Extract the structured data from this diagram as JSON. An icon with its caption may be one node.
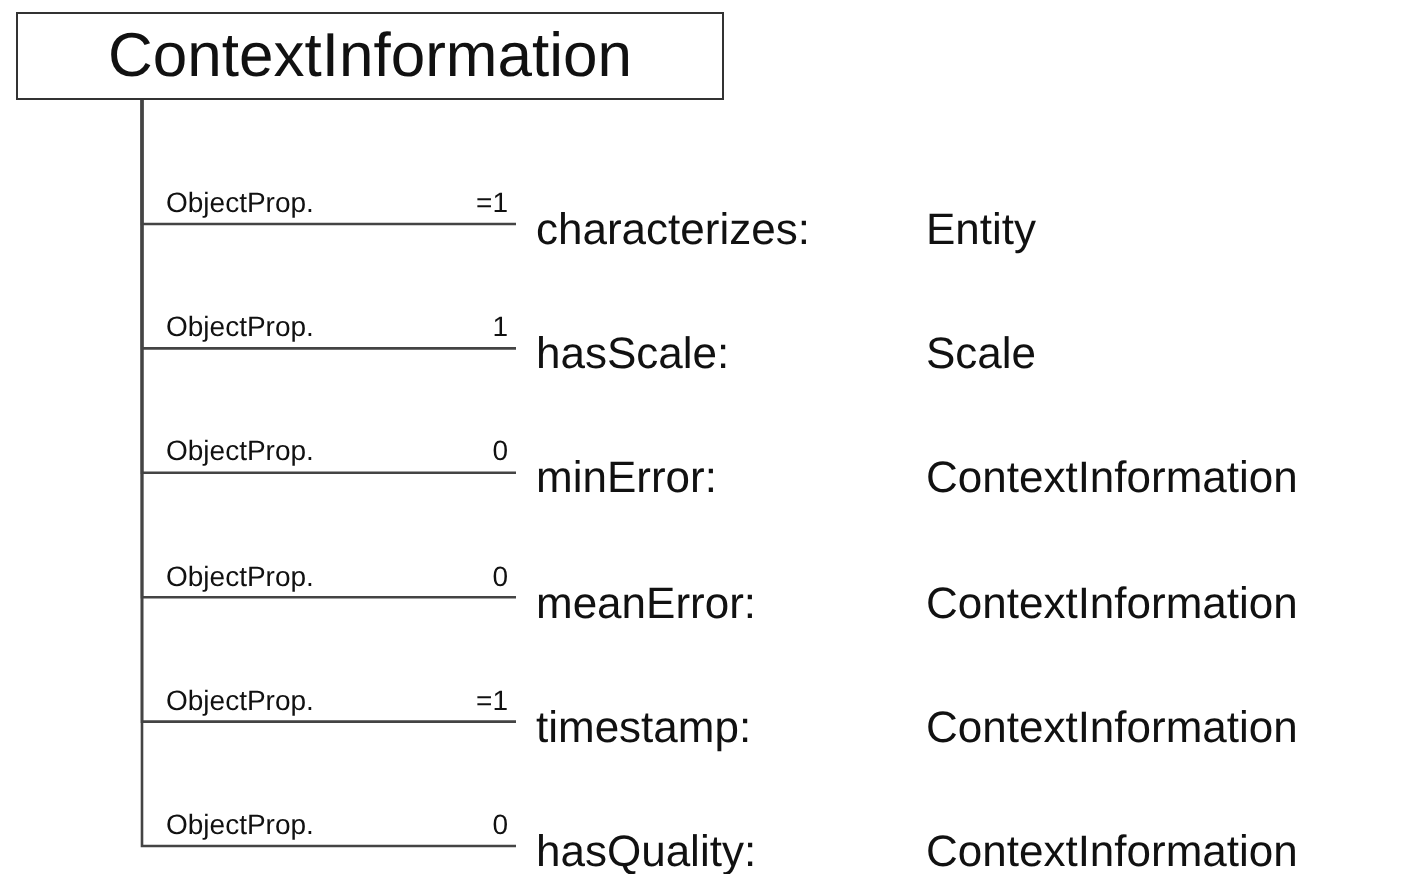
{
  "diagram": {
    "nodes": [
      {
        "text": [
          "ContextInformation"
        ]
      },
      {
        "text": [
          "characterizes:",
          "Entity"
        ],
        "beside": [
          "=1"
        ]
      },
      {
        "text": [
          "hasScale:",
          "Scale"
        ],
        "beside": [
          "1"
        ]
      },
      {
        "text": [
          "minError:",
          "ContextInformation"
        ],
        "beside": [
          "0"
        ]
      },
      {
        "text": [
          "meanError:",
          "ContextInformation"
        ],
        "beside": [
          "0"
        ]
      },
      {
        "text": [
          "timestamp:",
          "ContextInformation"
        ],
        "beside": [
          "=1"
        ]
      },
      {
        "text": [
          "hasQuality:",
          "ContextInformation"
        ],
        "beside": [
          "0"
        ]
      }
    ],
    "edges": [
      {
        "from": 0,
        "to": 1,
        "arrow": "none",
        "label": "ObjectProp."
      },
      {
        "from": 0,
        "to": 2,
        "arrow": "none",
        "label": "ObjectProp."
      },
      {
        "from": 0,
        "to": 3,
        "arrow": "none",
        "label": "ObjectProp."
      },
      {
        "from": 0,
        "to": 4,
        "arrow": "none",
        "label": "ObjectProp."
      },
      {
        "from": 0,
        "to": 5,
        "arrow": "none",
        "label": "ObjectProp."
      },
      {
        "from": 0,
        "to": 6,
        "arrow": "none",
        "label": "ObjectProp."
      }
    ]
  }
}
